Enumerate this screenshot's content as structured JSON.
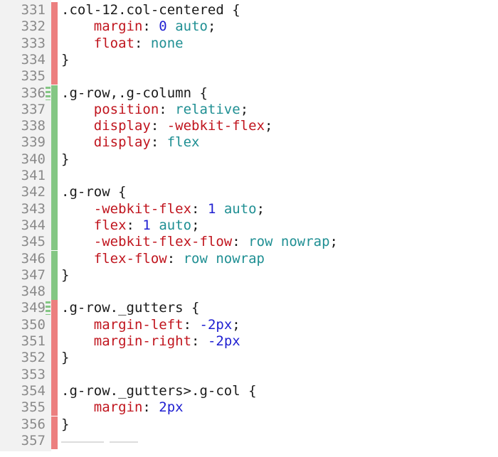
{
  "lines": [
    {
      "n": "331",
      "bar": "red",
      "tokens": [
        {
          "t": "sel",
          "v": ".col-12.col-centered {"
        }
      ]
    },
    {
      "n": "332",
      "bar": "red",
      "tokens": [
        {
          "t": "sp",
          "v": "    "
        },
        {
          "t": "prop",
          "v": "margin"
        },
        {
          "t": "punc",
          "v": ": "
        },
        {
          "t": "num",
          "v": "0"
        },
        {
          "t": "punc",
          "v": " "
        },
        {
          "t": "pv",
          "v": "auto"
        },
        {
          "t": "punc",
          "v": ";"
        }
      ]
    },
    {
      "n": "333",
      "bar": "red",
      "tokens": [
        {
          "t": "sp",
          "v": "    "
        },
        {
          "t": "prop",
          "v": "float"
        },
        {
          "t": "punc",
          "v": ": "
        },
        {
          "t": "pv",
          "v": "none"
        }
      ]
    },
    {
      "n": "334",
      "bar": "red",
      "tokens": [
        {
          "t": "punc",
          "v": "}"
        }
      ]
    },
    {
      "n": "335",
      "bar": "red",
      "tokens": []
    },
    {
      "n": "336",
      "bar": "green",
      "mark": true,
      "tokens": [
        {
          "t": "sel",
          "v": ".g-row,.g-column {"
        }
      ]
    },
    {
      "n": "337",
      "bar": "green",
      "tokens": [
        {
          "t": "sp",
          "v": "    "
        },
        {
          "t": "prop",
          "v": "position"
        },
        {
          "t": "punc",
          "v": ": "
        },
        {
          "t": "pv",
          "v": "relative"
        },
        {
          "t": "punc",
          "v": ";"
        }
      ]
    },
    {
      "n": "338",
      "bar": "green",
      "tokens": [
        {
          "t": "sp",
          "v": "    "
        },
        {
          "t": "prop",
          "v": "display"
        },
        {
          "t": "punc",
          "v": ": "
        },
        {
          "t": "prop",
          "v": "-webkit-flex"
        },
        {
          "t": "punc",
          "v": ";"
        }
      ]
    },
    {
      "n": "339",
      "bar": "green",
      "tokens": [
        {
          "t": "sp",
          "v": "    "
        },
        {
          "t": "prop",
          "v": "display"
        },
        {
          "t": "punc",
          "v": ": "
        },
        {
          "t": "pv",
          "v": "flex"
        }
      ]
    },
    {
      "n": "340",
      "bar": "green",
      "tokens": [
        {
          "t": "punc",
          "v": "}"
        }
      ]
    },
    {
      "n": "341",
      "bar": "green",
      "tokens": []
    },
    {
      "n": "342",
      "bar": "green",
      "tokens": [
        {
          "t": "sel",
          "v": ".g-row {"
        }
      ]
    },
    {
      "n": "343",
      "bar": "green",
      "tokens": [
        {
          "t": "sp",
          "v": "    "
        },
        {
          "t": "prop",
          "v": "-webkit-flex"
        },
        {
          "t": "punc",
          "v": ": "
        },
        {
          "t": "num",
          "v": "1"
        },
        {
          "t": "punc",
          "v": " "
        },
        {
          "t": "pv",
          "v": "auto"
        },
        {
          "t": "punc",
          "v": ";"
        }
      ]
    },
    {
      "n": "344",
      "bar": "green",
      "tokens": [
        {
          "t": "sp",
          "v": "    "
        },
        {
          "t": "prop",
          "v": "flex"
        },
        {
          "t": "punc",
          "v": ": "
        },
        {
          "t": "num",
          "v": "1"
        },
        {
          "t": "punc",
          "v": " "
        },
        {
          "t": "pv",
          "v": "auto"
        },
        {
          "t": "punc",
          "v": ";"
        }
      ]
    },
    {
      "n": "345",
      "bar": "green",
      "tokens": [
        {
          "t": "sp",
          "v": "    "
        },
        {
          "t": "prop",
          "v": "-webkit-flex-flow"
        },
        {
          "t": "punc",
          "v": ": "
        },
        {
          "t": "pv",
          "v": "row nowrap"
        },
        {
          "t": "punc",
          "v": ";"
        }
      ]
    },
    {
      "n": "346",
      "bar": "green",
      "tokens": [
        {
          "t": "sp",
          "v": "    "
        },
        {
          "t": "prop",
          "v": "flex-flow"
        },
        {
          "t": "punc",
          "v": ": "
        },
        {
          "t": "pv",
          "v": "row nowrap"
        }
      ]
    },
    {
      "n": "347",
      "bar": "green",
      "tokens": [
        {
          "t": "punc",
          "v": "}"
        }
      ]
    },
    {
      "n": "348",
      "bar": "green",
      "tokens": []
    },
    {
      "n": "349",
      "bar": "red",
      "mark": true,
      "tokens": [
        {
          "t": "sel",
          "v": ".g-row._gutters {"
        }
      ]
    },
    {
      "n": "350",
      "bar": "red",
      "tokens": [
        {
          "t": "sp",
          "v": "    "
        },
        {
          "t": "prop",
          "v": "margin-left"
        },
        {
          "t": "punc",
          "v": ": "
        },
        {
          "t": "num",
          "v": "-2px"
        },
        {
          "t": "punc",
          "v": ";"
        }
      ]
    },
    {
      "n": "351",
      "bar": "red",
      "tokens": [
        {
          "t": "sp",
          "v": "    "
        },
        {
          "t": "prop",
          "v": "margin-right"
        },
        {
          "t": "punc",
          "v": ": "
        },
        {
          "t": "num",
          "v": "-2px"
        }
      ]
    },
    {
      "n": "352",
      "bar": "red",
      "tokens": [
        {
          "t": "punc",
          "v": "}"
        }
      ]
    },
    {
      "n": "353",
      "bar": "red",
      "tokens": []
    },
    {
      "n": "354",
      "bar": "red",
      "tokens": [
        {
          "t": "sel",
          "v": ".g-row._gutters>.g-col {"
        }
      ]
    },
    {
      "n": "355",
      "bar": "red",
      "tokens": [
        {
          "t": "sp",
          "v": "    "
        },
        {
          "t": "prop",
          "v": "margin"
        },
        {
          "t": "punc",
          "v": ": "
        },
        {
          "t": "num",
          "v": "2px"
        }
      ]
    },
    {
      "n": "356",
      "bar": "red",
      "tokens": [
        {
          "t": "punc",
          "v": "}"
        }
      ]
    },
    {
      "n": "357",
      "bar": "red",
      "tokens": []
    }
  ],
  "colors": {
    "added_bar": "#84c784",
    "removed_bar": "#ec7f7f",
    "property": "#c0151e",
    "value_keyword": "#1f8f93",
    "number": "#1f1fd1",
    "line_number": "#8a8a8a"
  }
}
